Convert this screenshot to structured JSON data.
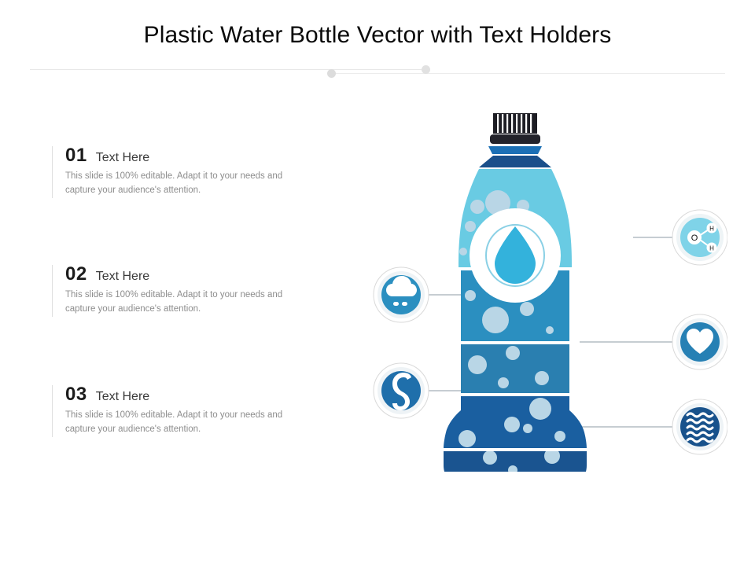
{
  "slide": {
    "title": "Plastic Water Bottle Vector with Text Holders",
    "background_color": "#ffffff"
  },
  "divider": {
    "line_color": "#e8e8e8",
    "dot_color": "#dcdcdc",
    "dot_count": 2
  },
  "text_blocks": [
    {
      "number": "01",
      "label": "Text Here",
      "description": "This slide is 100% editable. Adapt it to your needs and capture your audience's attention."
    },
    {
      "number": "02",
      "label": "Text Here",
      "description": "This slide is 100% editable. Adapt it to your needs and capture your audience's attention."
    },
    {
      "number": "03",
      "label": "Text Here",
      "description": "This slide is 100% editable. Adapt it to your needs and capture your audience's attention."
    }
  ],
  "bottle": {
    "cap_color": "#1d1d24",
    "neck_ring_color": "#1b6fb5",
    "shoulder_color": "#1a4f8a",
    "bands": [
      {
        "name": "upper-light",
        "color": "#69cbe3"
      },
      {
        "name": "mid-teal",
        "color": "#2b8fc0"
      },
      {
        "name": "mid-steel",
        "color": "#2a7fb0"
      },
      {
        "name": "lower-navy",
        "color": "#1a5fa0"
      },
      {
        "name": "base-navy",
        "color": "#1a5490"
      }
    ],
    "bubble_color": "#b9d6e6",
    "droplet_color": "#33b2dc",
    "droplet_ring_color": "#ffffff"
  },
  "icons": [
    {
      "id": "rain-cloud",
      "name": "rain-cloud-icon",
      "side": "left",
      "fill": "#2b8fc0",
      "ring": "#e9eef1"
    },
    {
      "id": "stomach",
      "name": "stomach-icon",
      "side": "left",
      "fill": "#1f6fab",
      "ring": "#e9eef1"
    },
    {
      "id": "h2o-molecule",
      "name": "h2o-molecule-icon",
      "side": "right",
      "fill": "#7fd3e8",
      "ring": "#eef4f6",
      "atom_labels": {
        "oxygen": "O",
        "hydrogen_1": "H",
        "hydrogen_2": "H"
      }
    },
    {
      "id": "heart",
      "name": "heart-icon",
      "side": "right",
      "fill": "#2680b4",
      "ring": "#e9eef1"
    },
    {
      "id": "waves",
      "name": "waves-icon",
      "side": "right",
      "fill": "#18528c",
      "ring": "#e9eef1",
      "wave_rows": 5
    }
  ],
  "connectors": {
    "line_color": "#8e9ba5",
    "count": 5
  }
}
